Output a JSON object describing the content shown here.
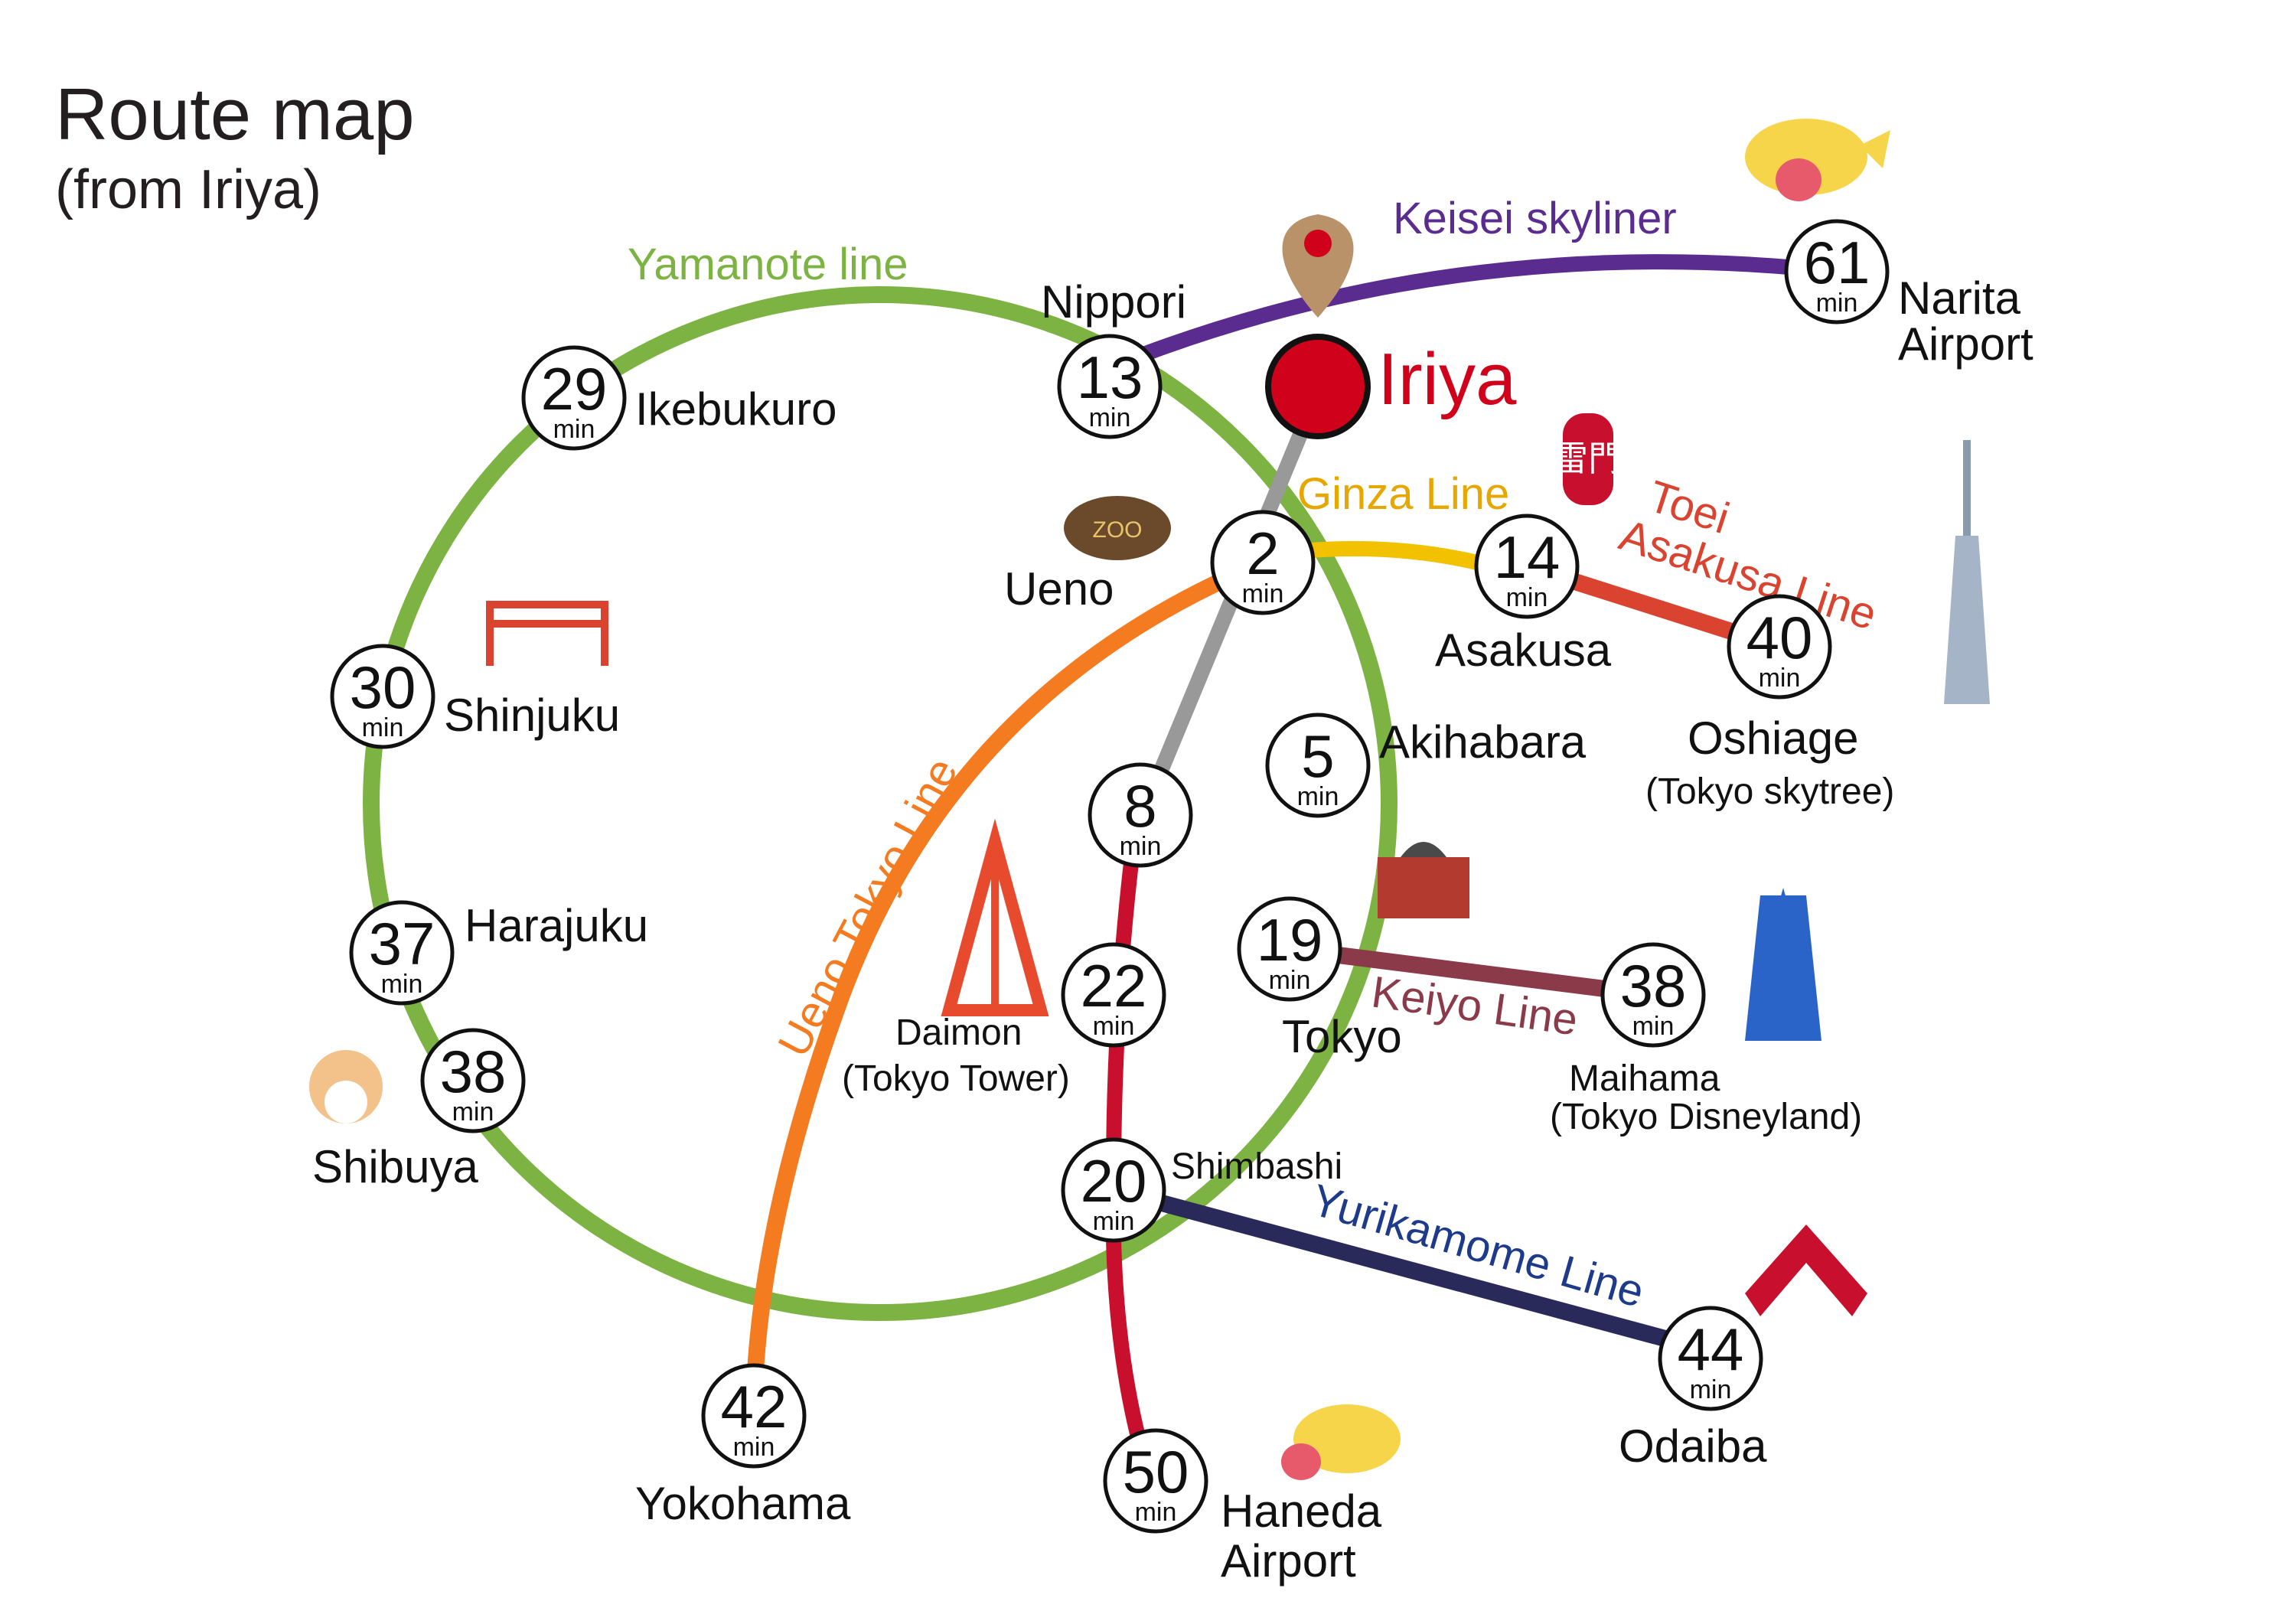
{
  "title": "Route map",
  "subtitle": "(from Iriya)",
  "origin": {
    "name": "Iriya",
    "color": "#d0021b"
  },
  "min_label": "min",
  "lines": {
    "yamanote": {
      "label": "Yamanote line",
      "color": "#7cb342"
    },
    "keisei": {
      "label": "Keisei skyliner",
      "color": "#5b2c8f"
    },
    "ginza": {
      "label": "Ginza Line",
      "color": "#e5b000"
    },
    "toei": {
      "label": "Toei Asakusa Line",
      "color": "#d9432f"
    },
    "ueno_tokyo": {
      "label": "Ueno Tokyo Line",
      "color": "#f47b20"
    },
    "keiyo": {
      "label": "Keiyo Line",
      "color": "#8b3a4a"
    },
    "yurikamome": {
      "label": "Yurikamome Line",
      "color": "#2a2a5a"
    },
    "hibiya": {
      "color": "#999999"
    },
    "mita": {
      "color": "#c8102e"
    }
  },
  "stations": {
    "nippori": {
      "name": "Nippori",
      "minutes": "13"
    },
    "ikebukuro": {
      "name": "Ikebukuro",
      "minutes": "29"
    },
    "shinjuku": {
      "name": "Shinjuku",
      "minutes": "30"
    },
    "harajuku": {
      "name": "Harajuku",
      "minutes": "37"
    },
    "shibuya": {
      "name": "Shibuya",
      "minutes": "38"
    },
    "ueno": {
      "name": "Ueno",
      "minutes": "2"
    },
    "akihabara": {
      "name": "Akihabara",
      "minutes": "5"
    },
    "tokyo": {
      "name": "Tokyo",
      "minutes": "19"
    },
    "asakusa": {
      "name": "Asakusa",
      "minutes": "14"
    },
    "oshiage": {
      "name": "Oshiage",
      "sub": "(Tokyo skytree)",
      "minutes": "40"
    },
    "narita": {
      "name": "Narita",
      "name2": "Airport",
      "minutes": "61"
    },
    "maihama": {
      "name": "Maihama",
      "sub": "(Tokyo Disneyland)",
      "minutes": "38"
    },
    "naka_okachimachi": {
      "minutes": "8"
    },
    "daimon": {
      "name": "Daimon",
      "sub": "(Tokyo Tower)",
      "minutes": "22"
    },
    "shimbashi": {
      "name": "Shimbashi",
      "minutes": "20"
    },
    "yokohama": {
      "name": "Yokohama",
      "minutes": "42"
    },
    "haneda": {
      "name": "Haneda",
      "name2": "Airport",
      "minutes": "50"
    },
    "odaiba": {
      "name": "Odaiba",
      "minutes": "44"
    }
  },
  "illustrations": {
    "kaminarimon_sign": "雷門",
    "zoo_sign": "ZOO"
  }
}
